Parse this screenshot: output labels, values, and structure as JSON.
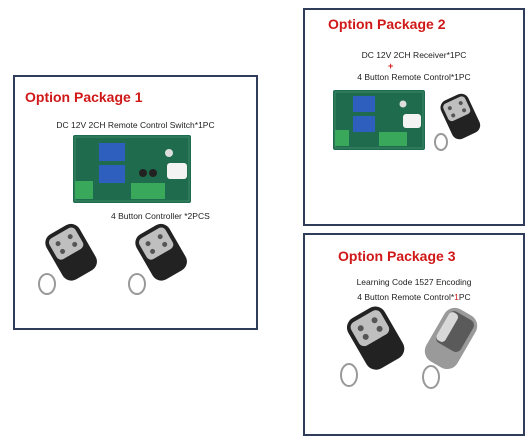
{
  "package1": {
    "title": "Option Package 1",
    "line1": "DC 12V 2CH Remote Control Switch*1PC",
    "line2": "4 Button Controller *2PCS"
  },
  "package2": {
    "title": "Option Package 2",
    "line1": "DC 12V 2CH Receiver*1PC",
    "plus": "+",
    "line2": "4 Button Remote Control*1PC"
  },
  "package3": {
    "title": "Option Package 3",
    "line1": "Learning Code 1527 Encoding",
    "line2_prefix": "4 Button Remote Control*",
    "line2_highlight": "1",
    "line2_suffix": "PC"
  },
  "colors": {
    "title": "#d01818",
    "border": "#2f3c5a",
    "pcb": "#1f6b4e",
    "relay": "#2e5fbf"
  }
}
